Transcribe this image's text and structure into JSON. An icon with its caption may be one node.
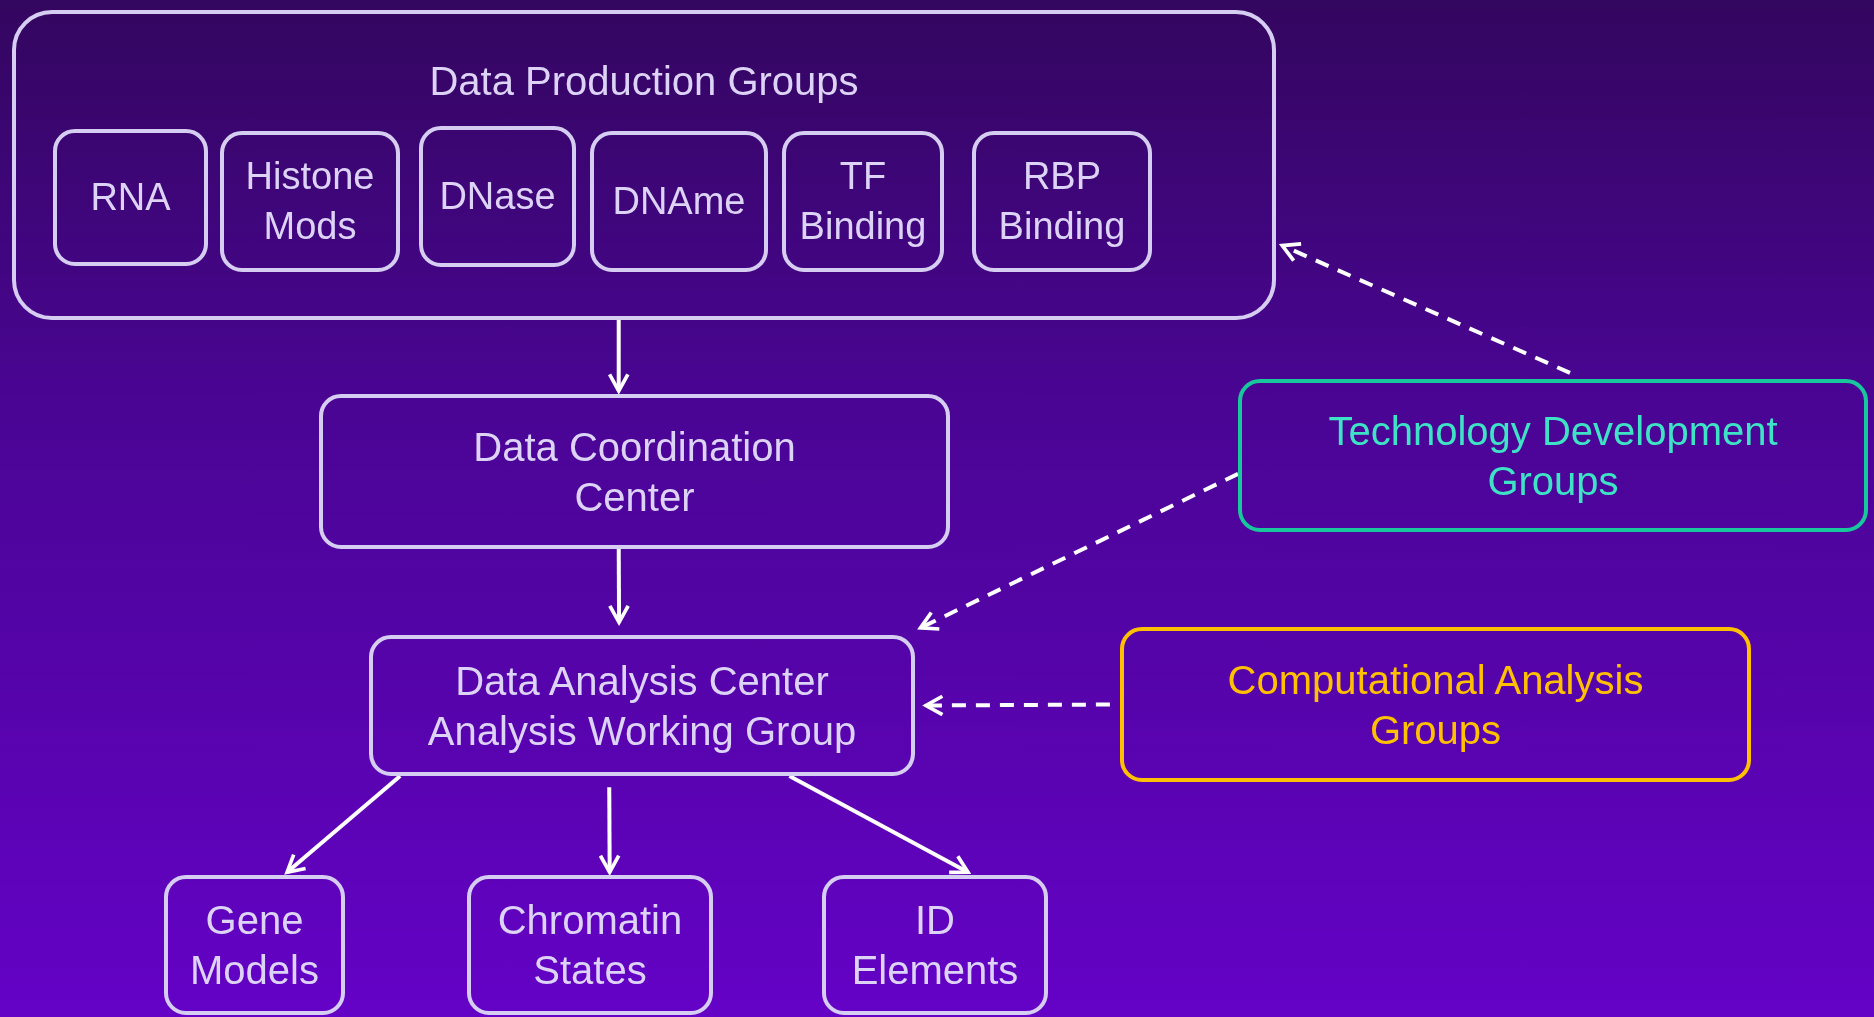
{
  "diagram": {
    "nodes": [
      {
        "text": [
          "Data Production Groups"
        ]
      },
      {
        "text": [
          "RNA"
        ],
        "in": 0
      },
      {
        "text": [
          "Histone Mods"
        ],
        "in": 0
      },
      {
        "text": [
          "DNase"
        ],
        "in": 0
      },
      {
        "text": [
          "DNAme"
        ],
        "in": 0
      },
      {
        "text": [
          "TF Binding"
        ],
        "in": 0
      },
      {
        "text": [
          "RBP Binding"
        ],
        "in": 0
      },
      {
        "text": [
          "Data Coordination Center"
        ]
      },
      {
        "text": [
          "Technology Development Groups"
        ]
      },
      {
        "text": [
          "Data Analysis Center Analysis Working Group"
        ]
      },
      {
        "text": [
          "Computational Analysis Groups"
        ]
      },
      {
        "text": [
          "Gene Models"
        ]
      },
      {
        "text": [
          "Chromatin States"
        ]
      },
      {
        "text": [
          "ID Elements"
        ]
      }
    ],
    "edges": [
      {
        "from": 0,
        "to": 7,
        "arrow": "to"
      },
      {
        "from": 7,
        "to": 9,
        "arrow": "to"
      },
      {
        "from": 8,
        "to": 0,
        "arrow": "to",
        "style": "dashed"
      },
      {
        "from": 8,
        "to": 9,
        "arrow": "to",
        "style": "dashed"
      },
      {
        "from": 10,
        "to": 9,
        "arrow": "to",
        "style": "dashed"
      },
      {
        "from": 9,
        "to": 11,
        "arrow": "to"
      },
      {
        "from": 9,
        "to": 12,
        "arrow": "to"
      },
      {
        "from": 9,
        "to": 13,
        "arrow": "to"
      }
    ]
  }
}
